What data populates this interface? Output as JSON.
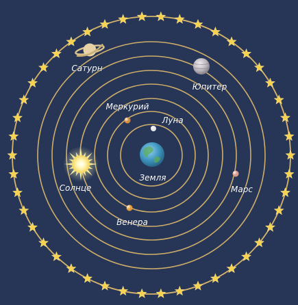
{
  "diagram": {
    "colors": {
      "background": "#273657",
      "orbit": "#d8b56a",
      "star": "#f6d24f",
      "label": "#ffffff"
    },
    "bodies": {
      "earth": {
        "label": "Земля",
        "icon": "earth-icon",
        "color": "#4aa0c8"
      },
      "moon": {
        "label": "Луна",
        "icon": "moon-icon",
        "color": "#e6e6ea"
      },
      "mercury": {
        "label": "Меркурий",
        "icon": "mercury-icon",
        "color": "#d68b3a"
      },
      "venus": {
        "label": "Венера",
        "icon": "venus-icon",
        "color": "#e89a33"
      },
      "sun": {
        "label": "Солнце",
        "icon": "sun-icon",
        "color": "#fff3a0"
      },
      "mars": {
        "label": "Марс",
        "icon": "mars-icon",
        "color": "#d99a8a"
      },
      "jupiter": {
        "label": "Юпитер",
        "icon": "jupiter-icon",
        "color": "#c9c6c8"
      },
      "saturn": {
        "label": "Сатурн",
        "icon": "saturn-icon",
        "color": "#e6d2a6"
      }
    }
  }
}
